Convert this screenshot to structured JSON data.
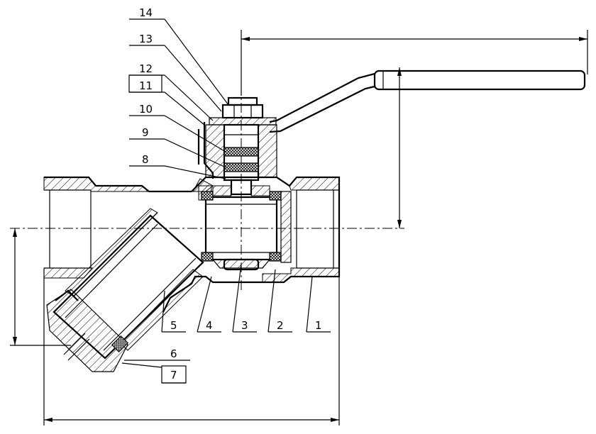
{
  "part_labels": {
    "p1": "1",
    "p2": "2",
    "p3": "3",
    "p4": "4",
    "p5": "5",
    "p6": "6",
    "p7": "7",
    "p8": "8",
    "p9": "9",
    "p10": "10",
    "p11": "11",
    "p12": "12",
    "p13": "13",
    "p14": "14"
  }
}
